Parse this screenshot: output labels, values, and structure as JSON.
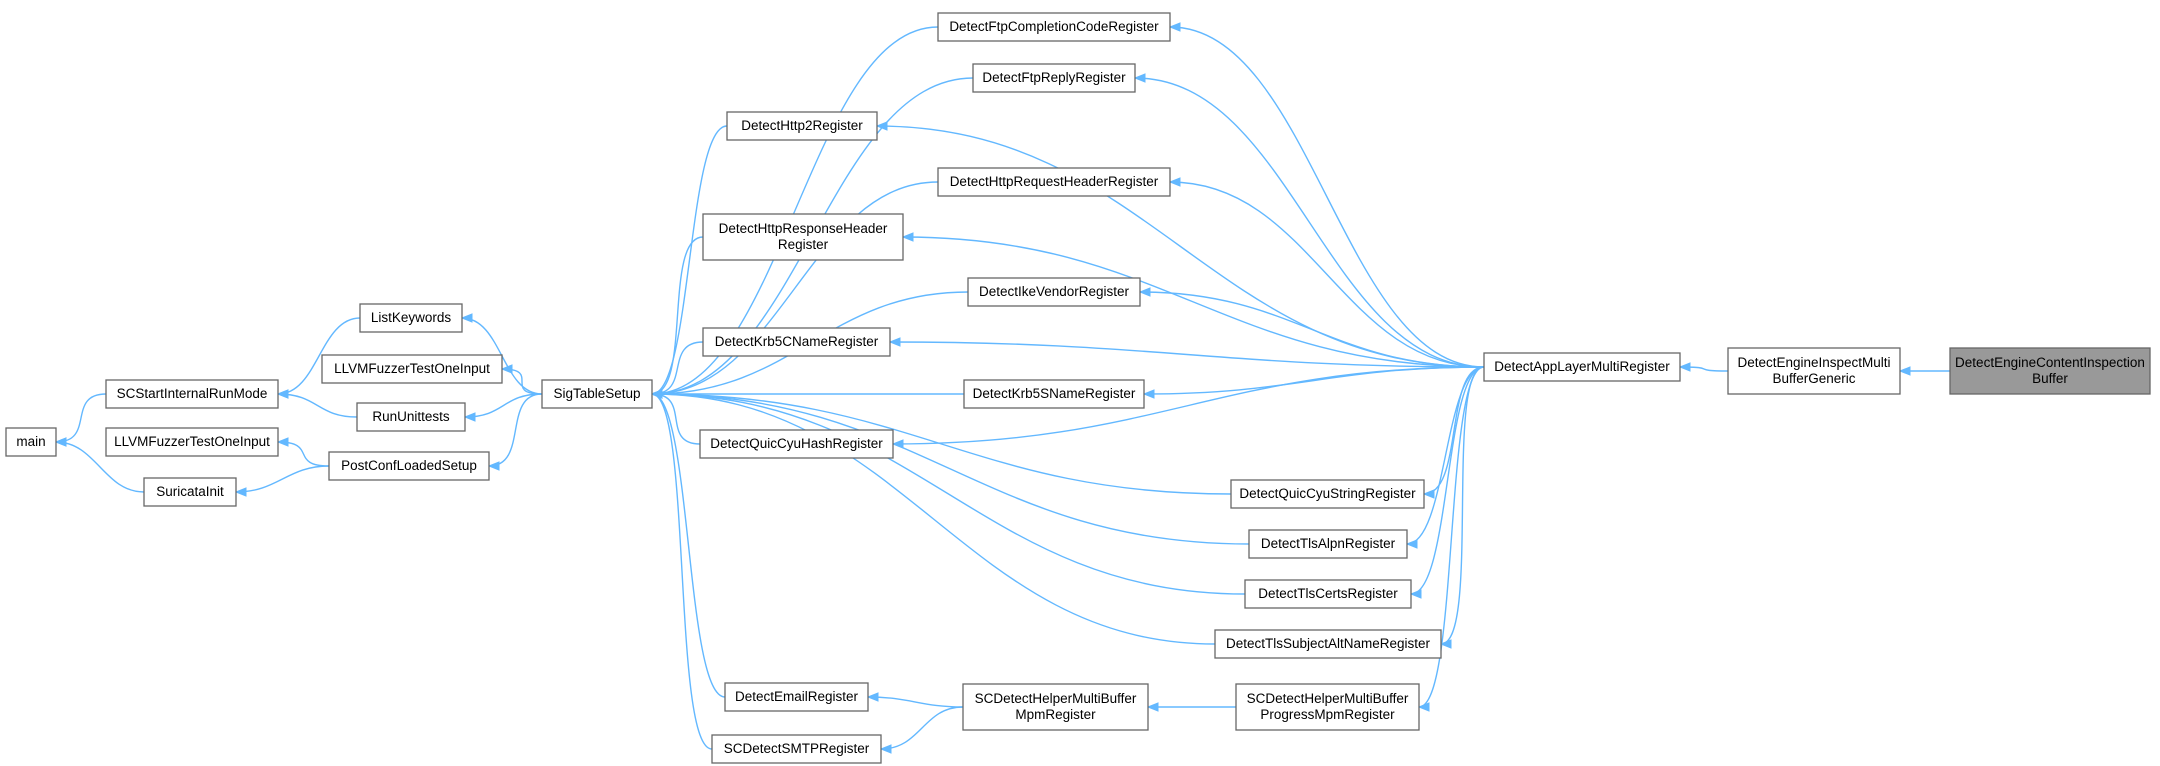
{
  "graph": {
    "colors": {
      "edge": "#63b8ff",
      "node_border": "#666666",
      "node_fill": "#ffffff",
      "highlight_fill": "#999999"
    },
    "nodes": [
      {
        "id": "main",
        "lines": [
          "main"
        ]
      },
      {
        "id": "scstart",
        "lines": [
          "SCStartInternalRunMode"
        ]
      },
      {
        "id": "llvm1",
        "lines": [
          "LLVMFuzzerTestOneInput"
        ]
      },
      {
        "id": "suricatainit",
        "lines": [
          "SuricataInit"
        ]
      },
      {
        "id": "listkeywords",
        "lines": [
          "ListKeywords"
        ]
      },
      {
        "id": "llvm2",
        "lines": [
          "LLVMFuzzerTestOneInput"
        ]
      },
      {
        "id": "rununittests",
        "lines": [
          "RunUnittests"
        ]
      },
      {
        "id": "postconf",
        "lines": [
          "PostConfLoadedSetup"
        ]
      },
      {
        "id": "sigtable",
        "lines": [
          "SigTableSetup"
        ]
      },
      {
        "id": "ftpcompl",
        "lines": [
          "DetectFtpCompletionCodeRegister"
        ]
      },
      {
        "id": "ftpreply",
        "lines": [
          "DetectFtpReplyRegister"
        ]
      },
      {
        "id": "http2",
        "lines": [
          "DetectHttp2Register"
        ]
      },
      {
        "id": "httpreqhdr",
        "lines": [
          "DetectHttpRequestHeaderRegister"
        ]
      },
      {
        "id": "httpresphdr",
        "lines": [
          "DetectHttpResponseHeader",
          "Register"
        ]
      },
      {
        "id": "ikevendor",
        "lines": [
          "DetectIkeVendorRegister"
        ]
      },
      {
        "id": "krb5cname",
        "lines": [
          "DetectKrb5CNameRegister"
        ]
      },
      {
        "id": "krb5sname",
        "lines": [
          "DetectKrb5SNameRegister"
        ]
      },
      {
        "id": "quichash",
        "lines": [
          "DetectQuicCyuHashRegister"
        ]
      },
      {
        "id": "quicstring",
        "lines": [
          "DetectQuicCyuStringRegister"
        ]
      },
      {
        "id": "tlsalpn",
        "lines": [
          "DetectTlsAlpnRegister"
        ]
      },
      {
        "id": "tlscerts",
        "lines": [
          "DetectTlsCertsRegister"
        ]
      },
      {
        "id": "tlssan",
        "lines": [
          "DetectTlsSubjectAltNameRegister"
        ]
      },
      {
        "id": "email",
        "lines": [
          "DetectEmailRegister"
        ]
      },
      {
        "id": "smtp",
        "lines": [
          "SCDetectSMTPRegister"
        ]
      },
      {
        "id": "helpermpm",
        "lines": [
          "SCDetectHelperMultiBuffer",
          "MpmRegister"
        ]
      },
      {
        "id": "helperprogress",
        "lines": [
          "SCDetectHelperMultiBuffer",
          "ProgressMpmRegister"
        ]
      },
      {
        "id": "applayermulti",
        "lines": [
          "DetectAppLayerMultiRegister"
        ]
      },
      {
        "id": "inspectmulti",
        "lines": [
          "DetectEngineInspectMulti",
          "BufferGeneric"
        ]
      },
      {
        "id": "contentinspection",
        "lines": [
          "DetectEngineContentInspection",
          "Buffer"
        ],
        "highlight": true
      }
    ],
    "edges": [
      {
        "from": "scstart",
        "to": "main"
      },
      {
        "from": "suricatainit",
        "to": "main"
      },
      {
        "from": "listkeywords",
        "to": "scstart"
      },
      {
        "from": "rununittests",
        "to": "scstart"
      },
      {
        "from": "postconf",
        "to": "llvm1"
      },
      {
        "from": "postconf",
        "to": "suricatainit"
      },
      {
        "from": "sigtable",
        "to": "listkeywords"
      },
      {
        "from": "sigtable",
        "to": "llvm2"
      },
      {
        "from": "sigtable",
        "to": "rununittests"
      },
      {
        "from": "sigtable",
        "to": "postconf"
      },
      {
        "from": "ftpcompl",
        "to": "sigtable"
      },
      {
        "from": "ftpreply",
        "to": "sigtable"
      },
      {
        "from": "http2",
        "to": "sigtable"
      },
      {
        "from": "httpreqhdr",
        "to": "sigtable"
      },
      {
        "from": "httpresphdr",
        "to": "sigtable"
      },
      {
        "from": "ikevendor",
        "to": "sigtable"
      },
      {
        "from": "krb5cname",
        "to": "sigtable"
      },
      {
        "from": "krb5sname",
        "to": "sigtable"
      },
      {
        "from": "quichash",
        "to": "sigtable"
      },
      {
        "from": "quicstring",
        "to": "sigtable"
      },
      {
        "from": "tlsalpn",
        "to": "sigtable"
      },
      {
        "from": "tlscerts",
        "to": "sigtable"
      },
      {
        "from": "tlssan",
        "to": "sigtable"
      },
      {
        "from": "email",
        "to": "sigtable"
      },
      {
        "from": "smtp",
        "to": "sigtable"
      },
      {
        "from": "helpermpm",
        "to": "email"
      },
      {
        "from": "helpermpm",
        "to": "smtp"
      },
      {
        "from": "helperprogress",
        "to": "helpermpm"
      },
      {
        "from": "applayermulti",
        "to": "ftpcompl"
      },
      {
        "from": "applayermulti",
        "to": "ftpreply"
      },
      {
        "from": "applayermulti",
        "to": "http2"
      },
      {
        "from": "applayermulti",
        "to": "httpreqhdr"
      },
      {
        "from": "applayermulti",
        "to": "httpresphdr"
      },
      {
        "from": "applayermulti",
        "to": "ikevendor"
      },
      {
        "from": "applayermulti",
        "to": "krb5cname"
      },
      {
        "from": "applayermulti",
        "to": "krb5sname"
      },
      {
        "from": "applayermulti",
        "to": "quichash"
      },
      {
        "from": "applayermulti",
        "to": "quicstring"
      },
      {
        "from": "applayermulti",
        "to": "tlsalpn"
      },
      {
        "from": "applayermulti",
        "to": "tlscerts"
      },
      {
        "from": "applayermulti",
        "to": "tlssan"
      },
      {
        "from": "applayermulti",
        "to": "helperprogress"
      },
      {
        "from": "inspectmulti",
        "to": "applayermulti"
      },
      {
        "from": "contentinspection",
        "to": "inspectmulti"
      }
    ]
  }
}
